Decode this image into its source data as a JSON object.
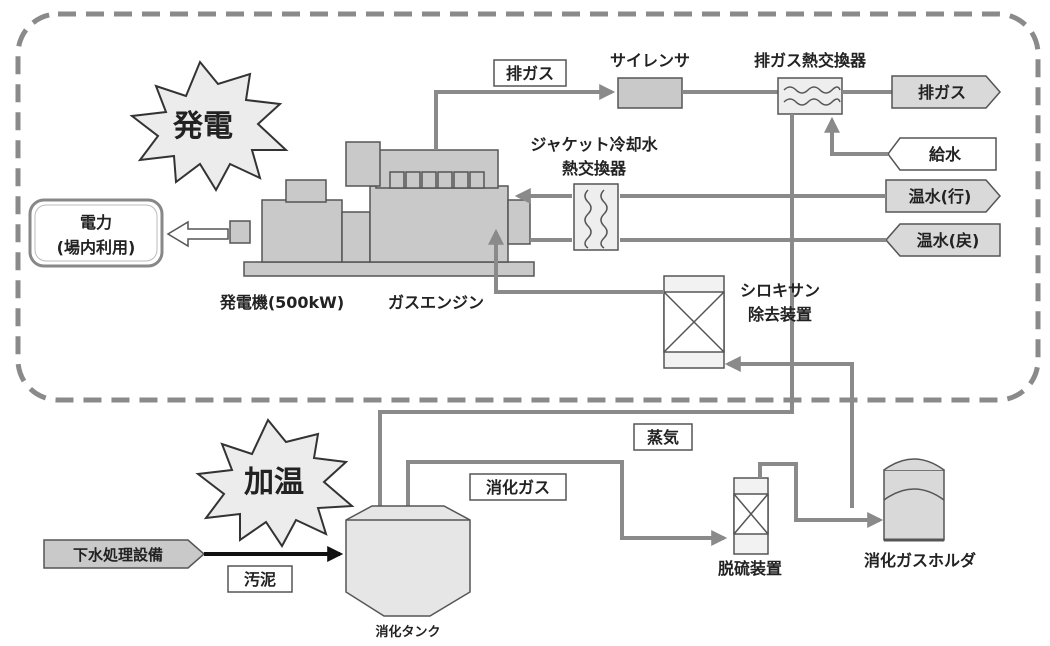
{
  "labels": {
    "burst_power": "発電",
    "burst_heat": "加温",
    "electricity_line1": "電力",
    "electricity_line2": "(場内利用)",
    "exhaust_tag": "排ガス",
    "silencer": "サイレンサ",
    "exhaust_hx": "排ガス熱交換器",
    "exhaust_out": "排ガス",
    "feed_water": "給水",
    "hot_water_out": "温水(行)",
    "hot_water_return": "温水(戻)",
    "jacket_hx_line1": "ジャケット冷却水",
    "jacket_hx_line2": "熱交換器",
    "generator": "発電機(500kW)",
    "gas_engine": "ガスエンジン",
    "siloxane_line1": "シロキサン",
    "siloxane_line2": "除去装置",
    "steam": "蒸気",
    "digestion_gas": "消化ガス",
    "sewage_facility": "下水処理設備",
    "sludge": "汚泥",
    "desulfurizer": "脱硫装置",
    "gas_holder": "消化ガスホルダ",
    "digestion_tank": "消化タンク"
  },
  "colors": {
    "pipe": "#8a8a8a",
    "box_fill": "#c9c9c9",
    "dash_border": "#8a8a8a",
    "sludge_arrow": "#111111"
  }
}
